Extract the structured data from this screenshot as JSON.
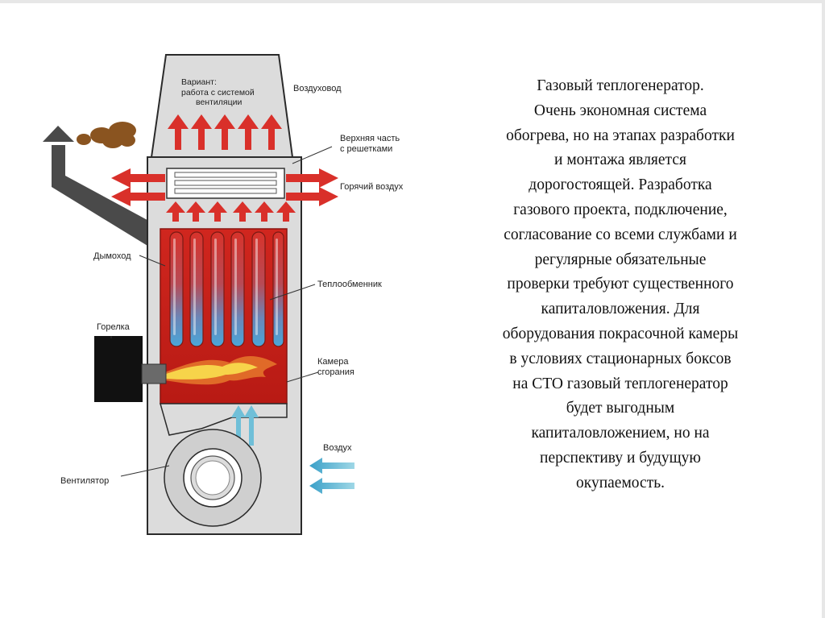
{
  "diagram": {
    "labels": {
      "variant": [
        "Вариант:",
        "работа с системой",
        "вентиляции"
      ],
      "air_duct": "Воздуховод",
      "upper_part": [
        "Верхняя часть",
        "с решетками"
      ],
      "hot_air": "Горячий воздух",
      "chimney": "Дымоход",
      "heat_exchanger": "Теплообменник",
      "burner": "Горелка",
      "combustion_chamber": [
        "Камера",
        "сгорания"
      ],
      "air": "Воздух",
      "fan": "Вентилятор"
    },
    "colors": {
      "body_fill": "#dcdcdc",
      "outline": "#2a2a2a",
      "red_arrow": "#d9302a",
      "chamber_red": "#c8201a",
      "blue_arrow": "#7ac6dc",
      "chimney": "#4a4a4a",
      "burner": "#111111",
      "flame_yellow": "#f7d44a"
    }
  },
  "description": [
    "Газовый теплогенератор.",
    "Очень экономная система",
    "обогрева, но на этапах разработки",
    "и монтажа является",
    "дорогостоящей. Разработка",
    "газового проекта, подключение,",
    "согласование со всеми службами и",
    "регулярные обязательные",
    "проверки требуют существенного",
    "капиталовложения. Для",
    "оборудования покрасочной камеры",
    "в условиях стационарных боксов",
    "на СТО газовый теплогенератор",
    "будет выгодным",
    "капиталовложением, но на",
    "перспективу и будущую",
    "окупаемость."
  ]
}
